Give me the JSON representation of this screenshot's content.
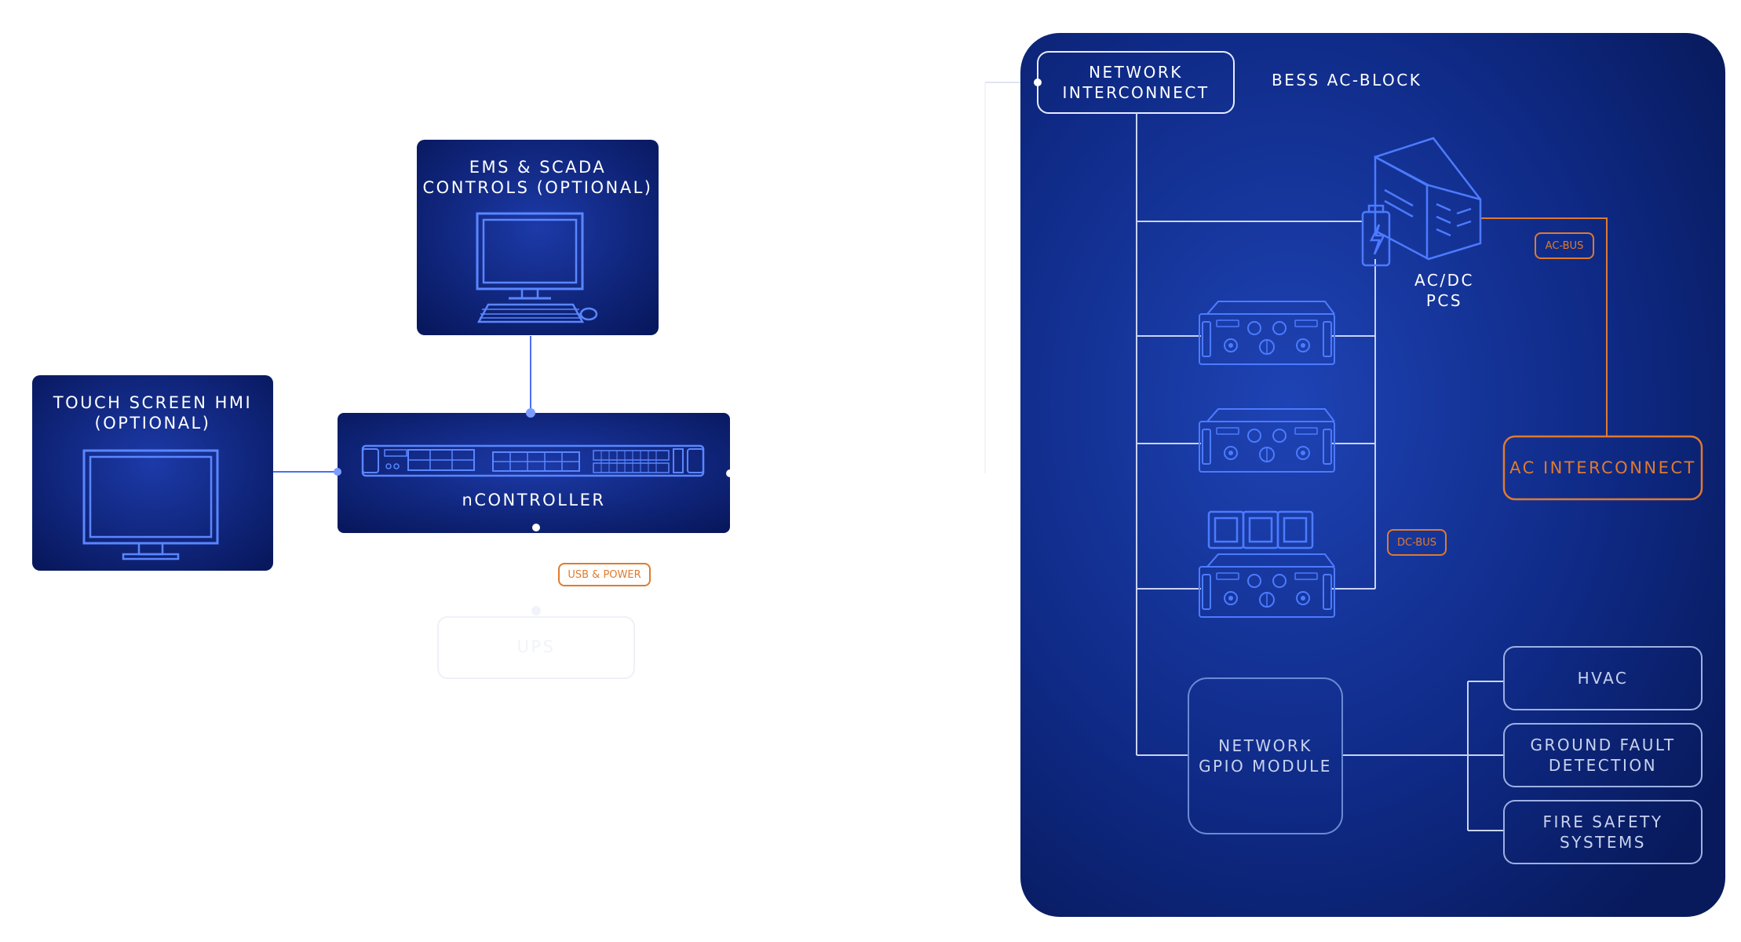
{
  "nodes": {
    "ems": "EMS & SCADA\nCONTROLS (OPTIONAL)",
    "hmi": "TOUCH SCREEN HMI\n(OPTIONAL)",
    "controller": "nCONTROLLER",
    "usb_tag": "USB & POWER",
    "ups": "UPS"
  },
  "bess": {
    "network_interconnect": "NETWORK\nINTERCONNECT",
    "title": "BESS AC-BLOCK",
    "pcs": "AC/DC\nPCS",
    "ac_bus": "AC-BUS",
    "dc_bus": "DC-BUS",
    "ac_interconnect": "AC INTERCONNECT",
    "gpio": "NETWORK\nGPIO MODULE",
    "hvac": "HVAC",
    "ground_fault": "GROUND FAULT\nDETECTION",
    "fire_safety": "FIRE SAFETY\nSYSTEMS"
  },
  "icons": [
    "desktop-computer-icon",
    "monitor-icon",
    "rack-server-icon",
    "pcs-inverter-icon",
    "battery-module-icon",
    "battery-pack-icon"
  ],
  "colors": {
    "node_fill": "#0a1f6e",
    "panel_fill": "#0b1c66",
    "line_blue": "#4a6ff0",
    "accent_orange": "#e07a2e",
    "outline_white": "#e8ecff"
  }
}
